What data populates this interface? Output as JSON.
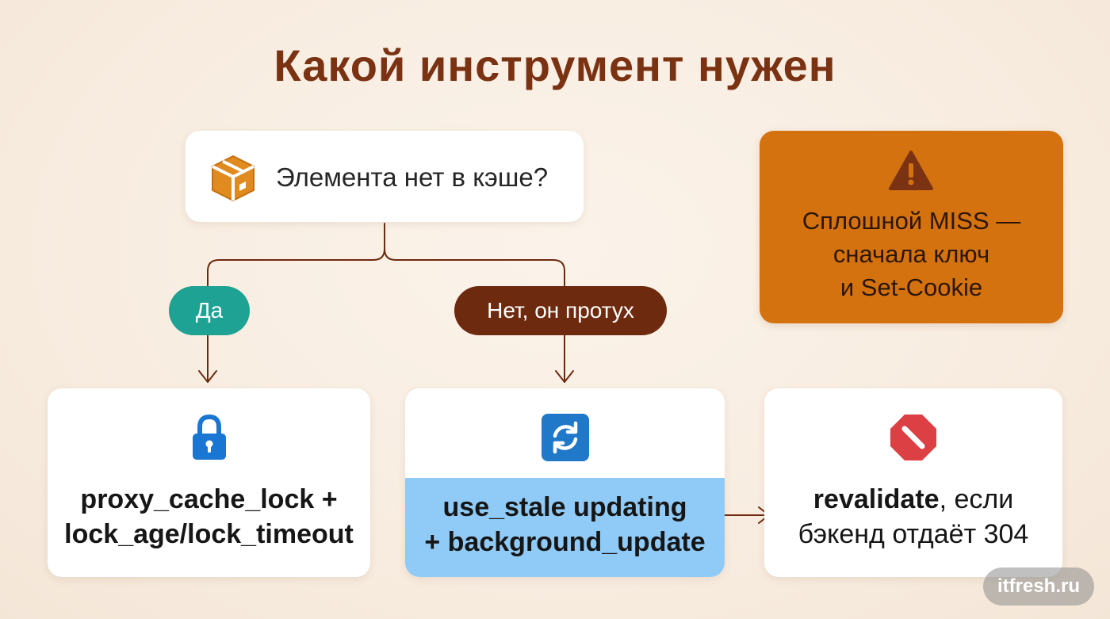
{
  "title": "Какой инструмент нужен",
  "question": {
    "text": "Элемента нет в кэше?",
    "icon": "box-icon"
  },
  "branches": {
    "yes_label": "Да",
    "no_label": "Нет, он протух"
  },
  "warning": {
    "icon": "warning-icon",
    "line1": "Сплошной MISS —",
    "line2": "сначала ключ",
    "line3": "и Set-Cookie"
  },
  "options": [
    {
      "icon": "lock-icon",
      "line1": "proxy_cache_lock +",
      "line2": "lock_age/lock_timeout"
    },
    {
      "icon": "refresh-icon",
      "line1": "use_stale updating",
      "line2": "+ background_update"
    },
    {
      "icon": "stop-icon",
      "line1_bold": "revalidate",
      "line1_rest": ", если",
      "line2": "бэкенд отдаёт 304"
    }
  ],
  "watermark": "itfresh.ru",
  "colors": {
    "title": "#7a3212",
    "yes": "#1ea293",
    "no": "#6e2a0e",
    "warning_bg": "#d4720f",
    "highlight": "#90cbf7",
    "connector": "#6e2a0e"
  }
}
